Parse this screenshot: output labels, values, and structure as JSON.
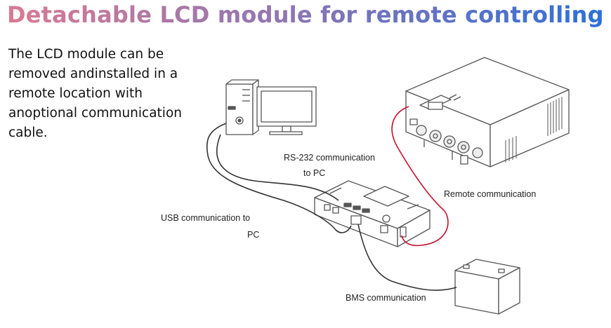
{
  "title": {
    "text": "Detachable LCD module for remote controlling",
    "gradient_start": "#d77a94",
    "gradient_end": "#2f6fd8"
  },
  "description": {
    "lines": [
      "The LCD module can be",
      "removed andinstalled in a",
      "remote location with",
      "anoptional communication",
      "cable."
    ]
  },
  "labels": {
    "rs232_line1": "RS-232 communication",
    "rs232_line2": "to PC",
    "usb_line1": "USB communication to",
    "usb_line2": "PC",
    "remote": "Remote communication",
    "bms": "BMS communication"
  },
  "colors": {
    "remote_cable": "#c8102e",
    "cable": "#333333",
    "outline": "#555555"
  },
  "icons": [
    "desktop-pc-icon",
    "monitor-icon",
    "inverter-icon",
    "lcd-module-icon",
    "battery-icon"
  ]
}
